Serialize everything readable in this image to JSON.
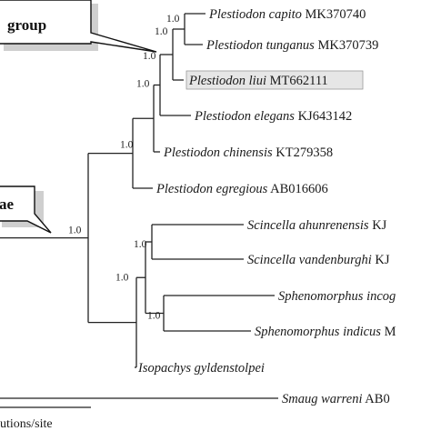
{
  "callouts": {
    "group": "group",
    "family": "ae"
  },
  "tips": [
    {
      "species": "Plestiodon capito",
      "accession": "MK370740",
      "highlight": false
    },
    {
      "species": "Plestiodon tunganus",
      "accession": "MK370739",
      "highlight": false
    },
    {
      "species": "Plestiodon liui",
      "accession": "MT662111",
      "highlight": true
    },
    {
      "species": "Plestiodon elegans",
      "accession": "KJ643142",
      "highlight": false
    },
    {
      "species": "Plestiodon chinensis",
      "accession": "KT279358",
      "highlight": false
    },
    {
      "species": "Plestiodon egregious",
      "accession": "AB016606",
      "highlight": false
    },
    {
      "species": "Scincella ahunrenensis",
      "accession": "KJ",
      "highlight": false
    },
    {
      "species": "Scincella vandenburghi",
      "accession": "KJ",
      "highlight": false
    },
    {
      "species": "Sphenomorphus incog",
      "accession": "",
      "highlight": false
    },
    {
      "species": "Sphenomorphus indicus",
      "accession": "M",
      "highlight": false
    },
    {
      "species": "Isopachys gyldenstolpei",
      "accession": "",
      "highlight": false
    },
    {
      "species": "Smaug warreni",
      "accession": "AB0",
      "highlight": false
    }
  ],
  "support_values": {
    "capito_tunganus": "1.0",
    "capito_liui": "1.0",
    "to_elegans": "1.0",
    "to_chinensis": "1.0",
    "plestiodon": "1.0",
    "scincella": "1.0",
    "sphenomorphus": "1.0",
    "sphenomorphinae": "1.0",
    "root_ingroup": "1.0"
  },
  "scale_bar": {
    "label": "utions/site"
  },
  "colors": {
    "branch": "#222222",
    "highlight_fill": "#e6e6e6",
    "highlight_stroke": "#9a9a9a"
  }
}
